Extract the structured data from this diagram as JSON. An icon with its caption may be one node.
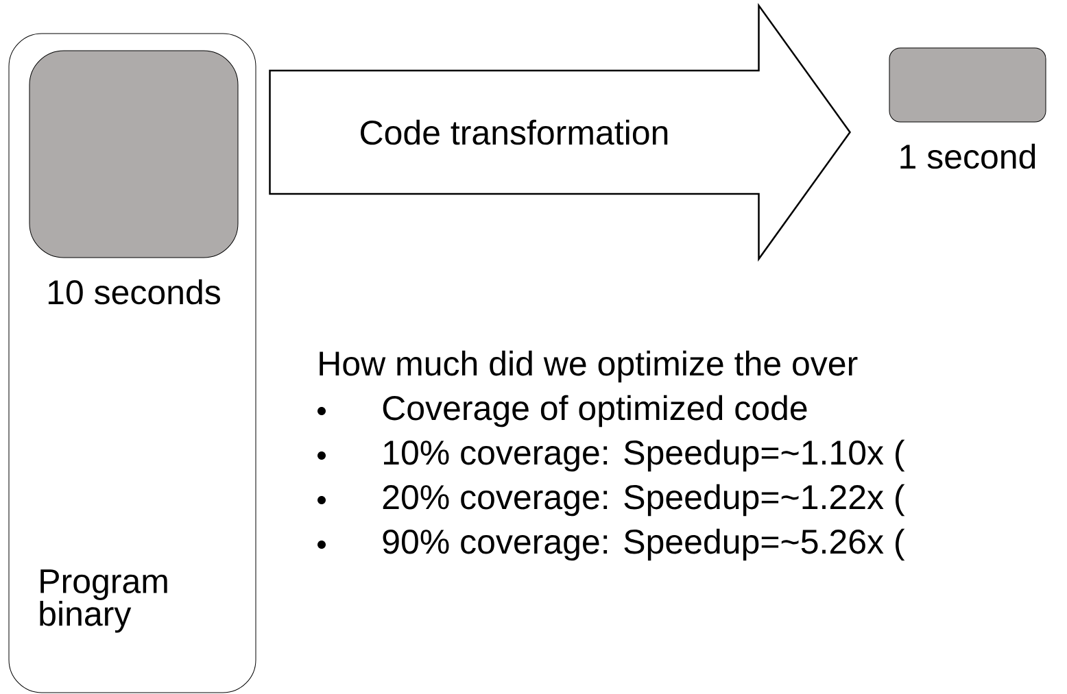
{
  "diagram": {
    "nodes": [
      {
        "text": [
          "Program binary"
        ]
      },
      {
        "text": [],
        "shape": "box",
        "in": 0,
        "beside": [
          "10 seconds"
        ]
      },
      {
        "text": [],
        "shape": "box",
        "beside": [
          "1 second"
        ]
      }
    ],
    "edges": [
      {
        "from": 1,
        "to": 2,
        "arrow": "to",
        "label": "Code transformation",
        "style": "thick"
      }
    ],
    "labels": [
      "How much did we optimize the over",
      "Coverage of optimized code",
      "10% coverage: Speedup=~1.10x (",
      "20% coverage: Speedup=~1.22x (",
      "90% coverage: Speedup=~5.26x ("
    ]
  }
}
